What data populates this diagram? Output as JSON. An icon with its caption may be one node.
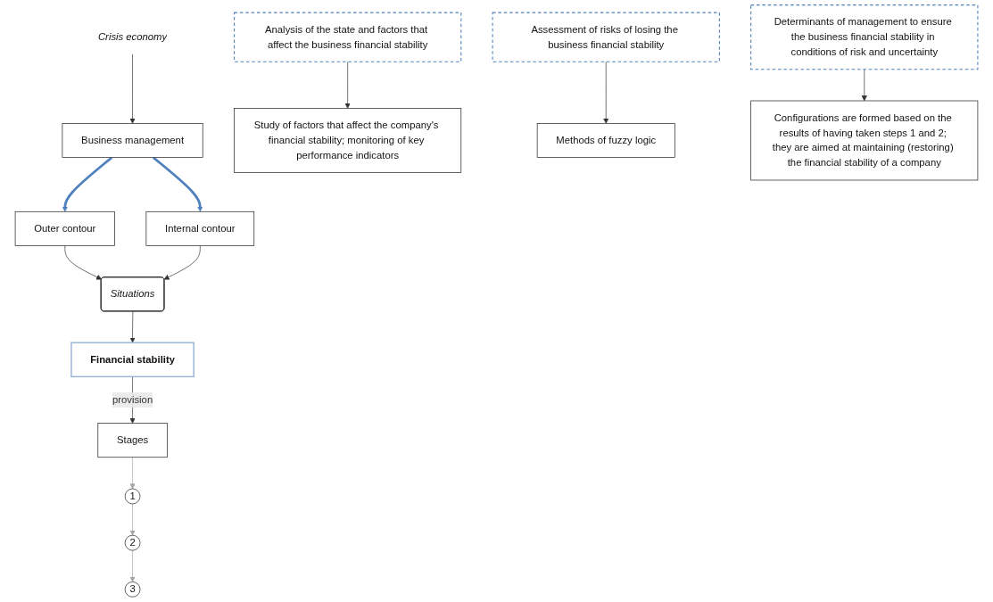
{
  "diagram": {
    "nodes": [
      {
        "text": [
          "Crisis economy"
        ]
      },
      {
        "text": [
          "Business management"
        ]
      },
      {
        "text": [
          "Outer contour"
        ]
      },
      {
        "text": [
          "Situations"
        ]
      },
      {
        "text": [
          "Internal contour"
        ]
      },
      {
        "text": [
          "Financial stability"
        ]
      },
      {
        "text": [
          "Stages"
        ]
      },
      {
        "text": [
          "1"
        ]
      },
      {
        "text": [
          "Analysis of the state and factors that affect the business financial stability"
        ]
      },
      {
        "text": [
          "Study of factors that affect the company's financial stability; monitoring of key performance indicators"
        ]
      },
      {
        "text": [
          "2"
        ]
      },
      {
        "text": [
          "Assessment of risks of losing the business financial stability"
        ]
      },
      {
        "text": [
          "Methods of fuzzy logic"
        ]
      },
      {
        "text": [
          "3"
        ]
      },
      {
        "text": [
          "Determinants of management to ensure the business financial stability in conditions of risk and uncertainty"
        ]
      },
      {
        "text": [
          "Configurations are formed based on the results of having taken steps 1 and 2; they are aimed at maintaining (restoring) the financial stability of a company"
        ]
      }
    ],
    "edges": [
      {
        "from": 0,
        "to": 1,
        "arrow": "to"
      },
      {
        "from": 1,
        "to": 2,
        "arrow": "to",
        "style": "thick",
        "color": "#4f81bd"
      },
      {
        "from": 1,
        "to": 4,
        "arrow": "to",
        "style": "thick",
        "color": "#4f81bd"
      },
      {
        "from": 2,
        "to": 3,
        "arrow": "to"
      },
      {
        "from": 4,
        "to": 3,
        "arrow": "to"
      },
      {
        "from": 3,
        "to": 5,
        "arrow": "to"
      },
      {
        "from": 5,
        "to": 6,
        "arrow": "to",
        "label": "provision"
      },
      {
        "from": 6,
        "to": 7,
        "arrow": "to",
        "color": "#a6a6a6"
      },
      {
        "from": 7,
        "to": 10,
        "arrow": "to",
        "color": "#a6a6a6"
      },
      {
        "from": 10,
        "to": 13,
        "arrow": "to",
        "color": "#a6a6a6"
      },
      {
        "from": 8,
        "to": 9,
        "arrow": "to"
      },
      {
        "from": 11,
        "to": 12,
        "arrow": "to"
      },
      {
        "from": 14,
        "to": 15,
        "arrow": "to"
      }
    ]
  }
}
